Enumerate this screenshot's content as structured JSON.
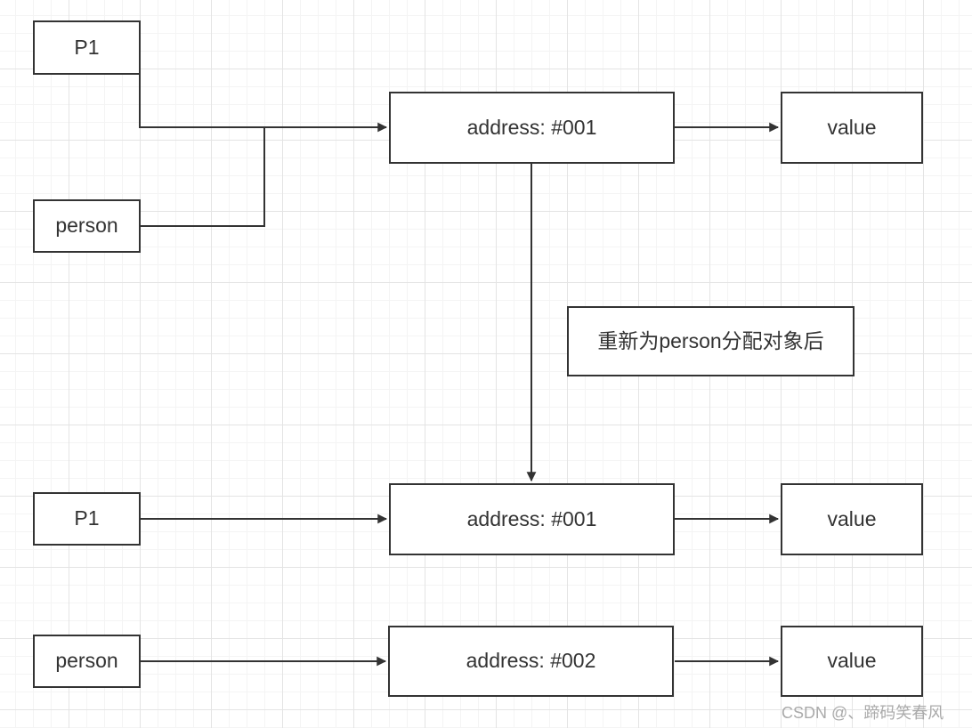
{
  "diagram": {
    "title_meaning": "重新为person分配对象后",
    "nodes": {
      "p1_before": {
        "label": "P1"
      },
      "person_before": {
        "label": "person"
      },
      "address1_before": {
        "label": "address: #001"
      },
      "value_before": {
        "label": "value"
      },
      "annotation": {
        "label": "重新为person分配对象后"
      },
      "p1_after": {
        "label": "P1"
      },
      "address1_after": {
        "label": "address: #001"
      },
      "value_after": {
        "label": "value"
      },
      "person_after": {
        "label": "person"
      },
      "address2_after": {
        "label": "address: #002"
      },
      "value_after2": {
        "label": "value"
      }
    },
    "edges": [
      {
        "from": "p1_before",
        "to": "address1_before",
        "arrow": true
      },
      {
        "from": "person_before",
        "to": "address1_before",
        "arrow": true,
        "note": "merges into p1_before connector"
      },
      {
        "from": "address1_before",
        "to": "value_before",
        "arrow": true
      },
      {
        "from": "address1_before",
        "to": "address1_after",
        "arrow": true
      },
      {
        "from": "p1_after",
        "to": "address1_after",
        "arrow": true
      },
      {
        "from": "address1_after",
        "to": "value_after",
        "arrow": true
      },
      {
        "from": "person_after",
        "to": "address2_after",
        "arrow": true
      },
      {
        "from": "address2_after",
        "to": "value_after2",
        "arrow": true
      }
    ],
    "colors": {
      "shape_border": "#333333",
      "shape_fill": "#ffffff",
      "text": "#333333",
      "connector": "#333333",
      "grid_minor": "#f4f4f4",
      "grid_major": "#e4e4e4",
      "background": "#ffffff"
    }
  },
  "watermark": {
    "text": "CSDN @、蹄码笑春风",
    "color": "#aaaaaa"
  }
}
